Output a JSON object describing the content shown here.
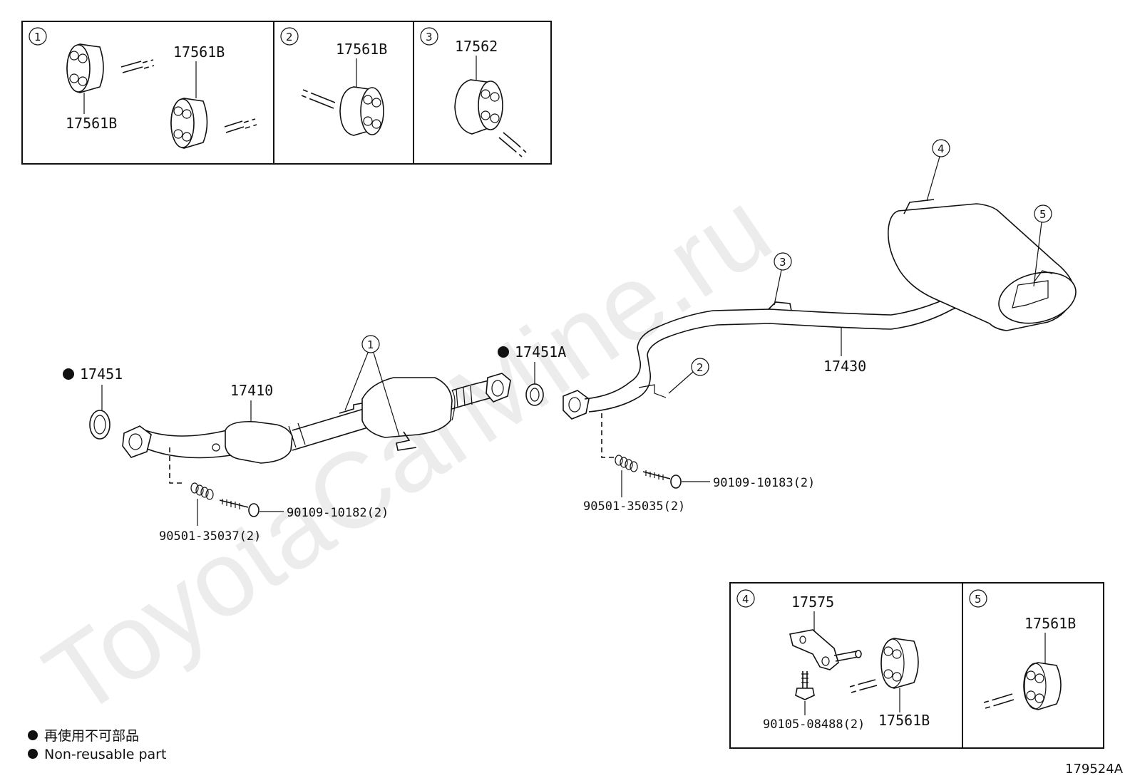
{
  "watermark": "ToyotaCarMine.ru",
  "catalog_number": "179524A",
  "legend": {
    "line_ja": "再使用不可部品",
    "line_en": "Non-reusable part"
  },
  "insets": {
    "inset1": {
      "num": "1",
      "label_top": "17561B",
      "label_bottom": "17561B"
    },
    "inset2": {
      "num": "2",
      "label": "17561B"
    },
    "inset3": {
      "num": "3",
      "label": "17562"
    },
    "inset4": {
      "num": "4",
      "label_bracket": "17575",
      "label_bolt": "90105-08488(2)",
      "label_hanger": "17561B"
    },
    "inset5": {
      "num": "5",
      "label": "17561B"
    }
  },
  "callouts": {
    "c1": "1",
    "c2": "2",
    "c3": "3",
    "c4": "4",
    "c5": "5"
  },
  "parts": {
    "gasket_front": "17451",
    "front_pipe": "17410",
    "gasket_mid": "17451A",
    "tail_pipe": "17430",
    "spring_front": "90501-35037(2)",
    "bolt_front": "90109-10182(2)",
    "spring_rear": "90501-35035(2)",
    "bolt_rear": "90109-10183(2)"
  }
}
